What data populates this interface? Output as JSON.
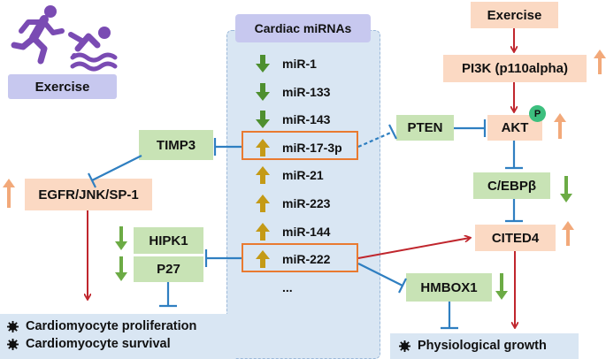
{
  "exercise_icon": {
    "label": "Exercise",
    "figures": [
      "runner-icon",
      "swimmer-icon"
    ],
    "color": "#7a4bb3"
  },
  "panel_title": "Cardiac miRNAs",
  "mirnas": [
    {
      "label": "miR-1",
      "direction": "down"
    },
    {
      "label": "miR-133",
      "direction": "down"
    },
    {
      "label": "miR-143",
      "direction": "down"
    },
    {
      "label": "miR-17-3p",
      "direction": "up"
    },
    {
      "label": "miR-21",
      "direction": "up"
    },
    {
      "label": "miR-223",
      "direction": "up"
    },
    {
      "label": "miR-144",
      "direction": "up"
    },
    {
      "label": "miR-222",
      "direction": "up"
    },
    {
      "label": "...",
      "direction": "none"
    }
  ],
  "nodes": {
    "exercise_top": "Exercise",
    "pi3k": "PI3K (p110alpha)",
    "akt": "AKT",
    "pten": "PTEN",
    "cebpb": "C/EBPβ",
    "cited4": "CITED4",
    "hmbox1": "HMBOX1",
    "timp3": "TIMP3",
    "egfr": "EGFR/JNK/SP-1",
    "hipk1": "HIPK1",
    "p27": "P27"
  },
  "phospho_badge": "P",
  "outcomes": {
    "left": [
      "Cardiomyocyte proliferation",
      "Cardiomyocyte survival"
    ],
    "right": "Physiological growth"
  },
  "colors": {
    "peach": "#fbd9c3",
    "green_box": "#c8e3b5",
    "lavender": "#c7c8ef",
    "panel": "#d9e6f3",
    "activation": "#c0262d",
    "inhibition": "#2f7fc1",
    "up_arrow": "#f2a97a",
    "down_arrow": "#6cab45",
    "mirna_up": "#c49a16",
    "mirna_down": "#4e8f2f",
    "highlight": "#e97a30"
  }
}
